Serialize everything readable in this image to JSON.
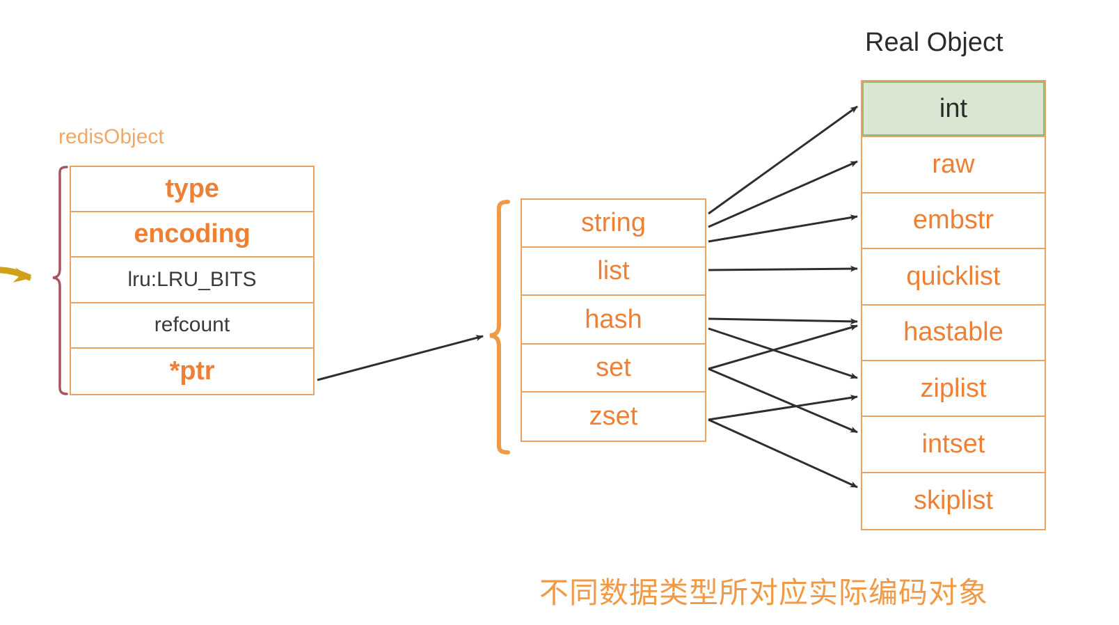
{
  "diagram": {
    "caption": "不同数据类型所对应实际编码对象",
    "colors": {
      "border_orange": "#e9a262",
      "text_orange": "#ed8034",
      "label_orange": "#f0a867",
      "highlight_fill": "#d9e7d2",
      "highlight_border": "#8fb97f",
      "arrow_dark": "#333333",
      "brace_maroon": "#a8545f",
      "brace_orange": "#ef9a47",
      "gold_arrow": "#d4a017"
    }
  },
  "redis_object": {
    "label": "redisObject",
    "fields": [
      {
        "name": "type",
        "text": "type",
        "style": "strong"
      },
      {
        "name": "encoding",
        "text": "encoding",
        "style": "strong"
      },
      {
        "name": "lru",
        "text": "lru:LRU_BITS",
        "style": "plain"
      },
      {
        "name": "refcount",
        "text": "refcount",
        "style": "plain"
      },
      {
        "name": "ptr",
        "text": "*ptr",
        "style": "strong"
      }
    ]
  },
  "data_types": {
    "items": [
      {
        "name": "string",
        "text": "string"
      },
      {
        "name": "list",
        "text": "list"
      },
      {
        "name": "hash",
        "text": "hash"
      },
      {
        "name": "set",
        "text": "set"
      },
      {
        "name": "zset",
        "text": "zset"
      }
    ]
  },
  "real_object": {
    "title": "Real Object",
    "encodings": [
      {
        "name": "int",
        "text": "int",
        "highlighted": true
      },
      {
        "name": "raw",
        "text": "raw",
        "highlighted": false
      },
      {
        "name": "embstr",
        "text": "embstr",
        "highlighted": false
      },
      {
        "name": "quicklist",
        "text": "quicklist",
        "highlighted": false
      },
      {
        "name": "hastable",
        "text": "hastable",
        "highlighted": false
      },
      {
        "name": "ziplist",
        "text": "ziplist",
        "highlighted": false
      },
      {
        "name": "intset",
        "text": "intset",
        "highlighted": false
      },
      {
        "name": "skiplist",
        "text": "skiplist",
        "highlighted": false
      }
    ]
  },
  "mappings": [
    {
      "from": "string",
      "to": "int"
    },
    {
      "from": "string",
      "to": "raw"
    },
    {
      "from": "string",
      "to": "embstr"
    },
    {
      "from": "list",
      "to": "quicklist"
    },
    {
      "from": "hash",
      "to": "hastable"
    },
    {
      "from": "hash",
      "to": "ziplist"
    },
    {
      "from": "set",
      "to": "hastable"
    },
    {
      "from": "set",
      "to": "intset"
    },
    {
      "from": "zset",
      "to": "ziplist"
    },
    {
      "from": "zset",
      "to": "skiplist"
    }
  ]
}
